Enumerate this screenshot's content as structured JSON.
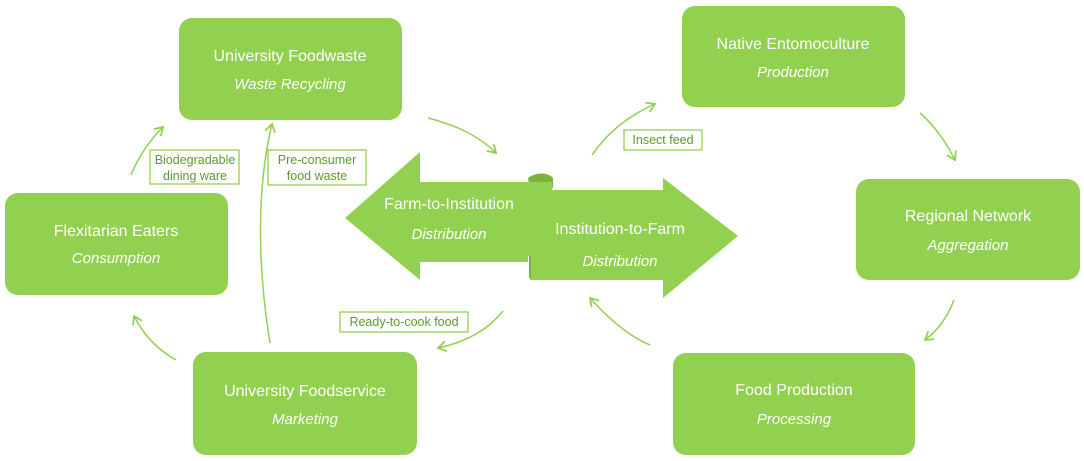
{
  "colors": {
    "box_fill": "#92d050",
    "arrow_stroke": "#92d050",
    "label_text": "#5c9a2e"
  },
  "boxes": {
    "university_foodwaste": {
      "title": "University Foodwaste",
      "subtitle": "Waste Recycling"
    },
    "native_entomoculture": {
      "title": "Native Entomoculture",
      "subtitle": "Production"
    },
    "flexitarian_eaters": {
      "title": "Flexitarian Eaters",
      "subtitle": "Consumption"
    },
    "regional_network": {
      "title": "Regional Network",
      "subtitle": "Aggregation"
    },
    "university_foodservice": {
      "title": "University Foodservice",
      "subtitle": "Marketing"
    },
    "food_production": {
      "title": "Food Production",
      "subtitle": "Processing"
    }
  },
  "center": {
    "farm_to_institution": {
      "title": "Farm-to-Institution",
      "subtitle": "Distribution"
    },
    "institution_to_farm": {
      "title": "Institution-to-Farm",
      "subtitle": "Distribution"
    }
  },
  "flow_labels": {
    "biodegradable": [
      "Biodegradable",
      "dining ware"
    ],
    "pre_consumer": [
      "Pre-consumer",
      "food waste"
    ],
    "insect_feed": "Insect feed",
    "ready_to_cook": "Ready-to-cook food"
  }
}
